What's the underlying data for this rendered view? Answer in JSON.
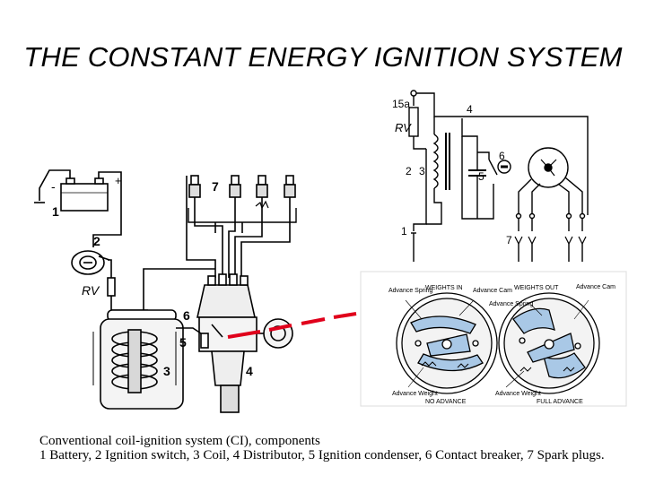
{
  "title": "THE CONSTANT ENERGY IGNITION SYSTEM",
  "left_schematic": {
    "labels": {
      "battery": "1",
      "switch": "2",
      "coil": "3",
      "distributor": "4",
      "condenser": "5",
      "breaker": "6",
      "plugs": "7",
      "rv": "RV",
      "minus": "-",
      "plus": "+"
    }
  },
  "right_schematic": {
    "labels": {
      "terminal": "15a",
      "rv": "RV",
      "n4": "4",
      "n6": "6",
      "n2": "2",
      "n3": "3",
      "n5": "5",
      "n1": "1",
      "n7": "7"
    }
  },
  "advance_diagram": {
    "left": {
      "heading": "WEIGHTS IN",
      "spring": "Advance Spring",
      "cam": "Advance Cam",
      "weight": "Advance Weight",
      "caption": "NO ADVANCE"
    },
    "right": {
      "heading": "WEIGHTS OUT",
      "spring": "Advance Spring",
      "cam": "Advance Cam",
      "weight": "Advance Weight",
      "caption": "FULL ADVANCE"
    }
  },
  "caption": {
    "line1": "Conventional coil-ignition system (CI), components",
    "line2": "1 Battery, 2 Ignition switch, 3 Coil, 4 Distributor, 5 Ignition condenser, 6 Contact breaker, 7 Spark plugs."
  },
  "colors": {
    "arrow": "#e0001b",
    "weight_fill": "#a9c8e6",
    "line": "#000000"
  }
}
